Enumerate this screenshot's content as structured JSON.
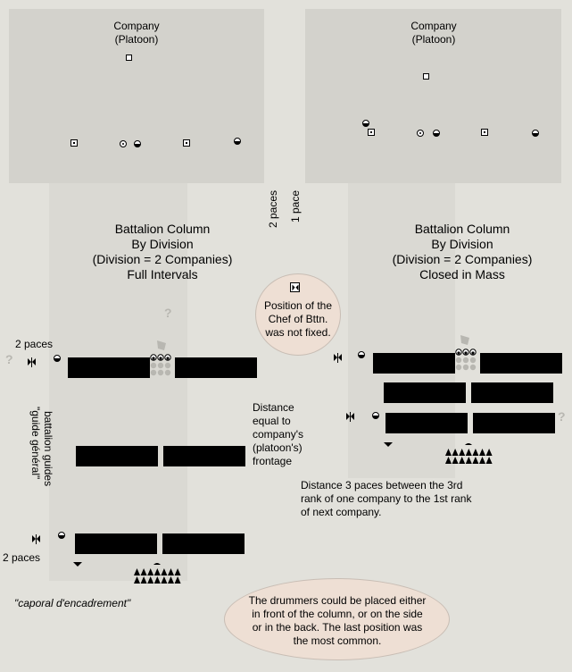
{
  "top_left": {
    "title": "Company",
    "subtitle": "(Platoon)"
  },
  "top_right": {
    "title": "Company",
    "subtitle": "(Platoon)"
  },
  "paces_labels": {
    "two": "2 paces",
    "one": "1 pace"
  },
  "left_column": {
    "lines": [
      "Battalion Column",
      "By Division",
      "(Division = 2 Companies)",
      "Full Intervals"
    ]
  },
  "right_column": {
    "lines": [
      "Battalion Column",
      "By Division",
      "(Division = 2 Companies)",
      "Closed in Mass"
    ]
  },
  "chef_callout": {
    "text": "Position of the Chef of Bttn. was not fixed."
  },
  "question_mark": "?",
  "two_paces_top": "2 paces",
  "two_paces_bottom": "2 paces",
  "guide_label": {
    "line1": "\"guide général\"",
    "line2": "battalion guides"
  },
  "distance_note": {
    "text": "Distance equal to company's (platoon's) frontage"
  },
  "distance_3_note": {
    "text": "Distance 3 paces between the 3rd rank of one company to the 1st rank of next company."
  },
  "caporal": "\"caporal d'encadrement\"",
  "drummer_callout": {
    "text": "The drummers could be placed either in front of the column, or on the side or  in the back.  The last position was the most common."
  }
}
